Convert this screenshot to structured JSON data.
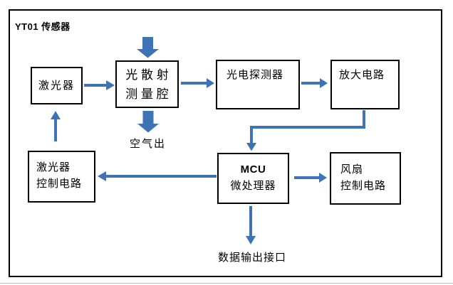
{
  "diagram": {
    "title": "YT01 传感器",
    "nodes": {
      "laser": {
        "label": "激光器"
      },
      "chamber": {
        "line1": "光 散 射",
        "line2": "测 量 腔"
      },
      "photodetector": {
        "label": "光电探测器"
      },
      "amplifier": {
        "label": "放大电路"
      },
      "laser_control": {
        "line1": "激光器",
        "line2": "控制电路"
      },
      "mcu": {
        "line1": "MCU",
        "line2": "微处理器"
      },
      "fan_control": {
        "line1": "风扇",
        "line2": "控制电路"
      }
    },
    "labels": {
      "air_out": "空气出",
      "data_output": "数据输出接口"
    },
    "colors": {
      "arrow_blue": "#3e73b6",
      "box_border": "#000000",
      "background": "#ffffff"
    },
    "connectors": [
      {
        "from": "air-inlet",
        "to": "chamber",
        "style": "block-arrow",
        "direction": "down"
      },
      {
        "from": "laser",
        "to": "chamber",
        "style": "line-arrow",
        "direction": "right"
      },
      {
        "from": "chamber",
        "to": "photodetector",
        "style": "line-arrow",
        "direction": "right"
      },
      {
        "from": "photodetector",
        "to": "amplifier",
        "style": "line-arrow",
        "direction": "right"
      },
      {
        "from": "amplifier",
        "to": "mcu",
        "style": "elbow-arrow",
        "direction": "down"
      },
      {
        "from": "chamber",
        "to": "air-out",
        "style": "block-arrow",
        "direction": "down"
      },
      {
        "from": "laser-control",
        "to": "laser",
        "style": "line-arrow",
        "direction": "up"
      },
      {
        "from": "mcu",
        "to": "laser-control",
        "style": "line-arrow",
        "direction": "left"
      },
      {
        "from": "mcu",
        "to": "fan-control",
        "style": "line-arrow",
        "direction": "right"
      },
      {
        "from": "mcu",
        "to": "data-output",
        "style": "line-arrow",
        "direction": "down"
      }
    ]
  }
}
